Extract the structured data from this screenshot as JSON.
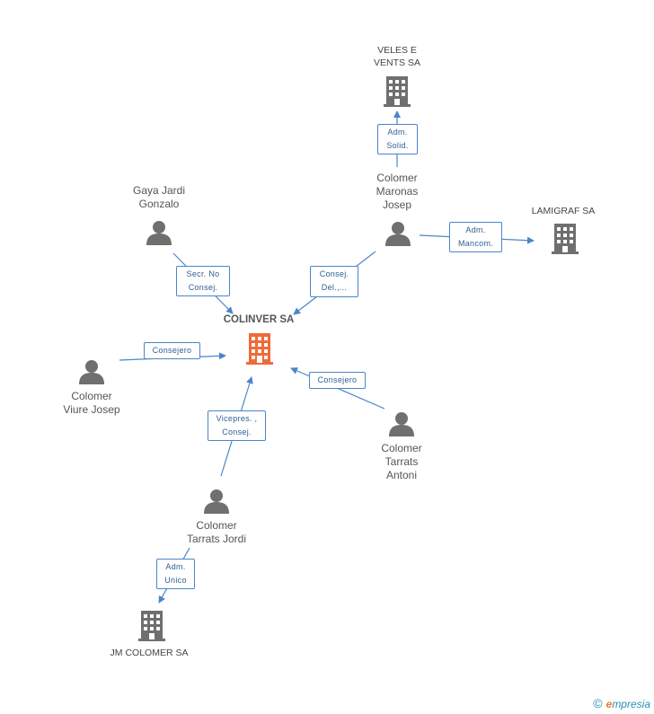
{
  "nodes": {
    "colinver": "COLINVER SA",
    "veles": [
      "VELES E",
      "VENTS SA"
    ],
    "lamigraf": "LAMIGRAF SA",
    "jm_colomer": "JM COLOMER SA",
    "maronas": [
      "Colomer",
      "Maronas",
      "Josep"
    ],
    "gaya": [
      "Gaya Jardi",
      "Gonzalo"
    ],
    "viure": [
      "Colomer",
      "Viure Josep"
    ],
    "tarrats_antoni": [
      "Colomer",
      "Tarrats",
      "Antoni"
    ],
    "tarrats_jordi": [
      "Colomer",
      "Tarrats Jordi"
    ]
  },
  "edges": {
    "maronas_veles": [
      "Adm.",
      "Solid."
    ],
    "maronas_lamigraf": [
      "Adm.",
      "Mancom."
    ],
    "maronas_colinver": [
      "Consej.",
      "Del.,..."
    ],
    "gaya_colinver": [
      "Secr.  No",
      "Consej."
    ],
    "viure_colinver": "Consejero",
    "antoni_colinver": "Consejero",
    "jordi_colinver": [
      "Vicepres. ,",
      "Consej."
    ],
    "jordi_jm": [
      "Adm.",
      "Unico"
    ]
  },
  "footer": {
    "copyright": "©",
    "brand_e": "e",
    "brand_rest": "mpresia"
  },
  "colors": {
    "center": "#f06a3a",
    "company": "#6f6f6f",
    "person": "#6f6f6f",
    "edge": "#4a86c8"
  }
}
